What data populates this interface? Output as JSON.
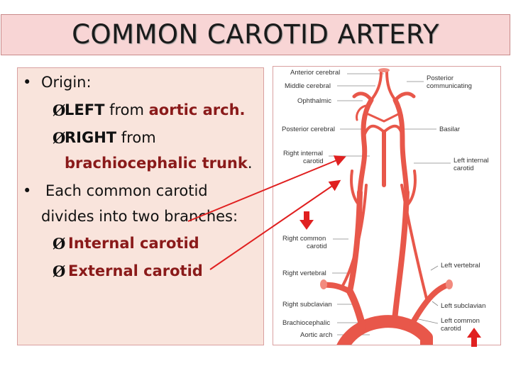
{
  "title": "COMMON CAROTID ARTERY",
  "bullets": {
    "b1": "Origin:",
    "b1_sub1_a": "LEFT",
    "b1_sub1_b": " from ",
    "b1_sub1_c": "aortic arch.",
    "b1_sub2_a": "RIGHT",
    "b1_sub2_b": " from",
    "b1_sub2_c": "brachiocephalic trunk",
    "b1_sub2_d": ".",
    "b2_line1": "Each common carotid",
    "b2_line2": "divides into two branches:",
    "b2_sub1": "Internal carotid",
    "b2_sub2": "External carotid",
    "bullet_char": "•",
    "arrow_char": "Ø"
  },
  "diagram": {
    "anterior_cerebral": "Anterior cerebral",
    "middle_cerebral": "Middle cerebral",
    "ophthalmic": "Ophthalmic",
    "posterior_cerebral": "Posterior cerebral",
    "right_internal_carotid_1": "Right internal",
    "right_internal_carotid_2": "carotid",
    "right_common_carotid_1": "Right common",
    "right_common_carotid_2": "carotid",
    "right_vertebral": "Right vertebral",
    "right_subclavian": "Right subclavian",
    "brachiocephalic": "Brachiocephalic",
    "aortic_arch": "Aortic arch",
    "posterior_communicating_1": "Posterior",
    "posterior_communicating_2": "communicating",
    "basilar": "Basilar",
    "left_internal_carotid_1": "Left internal",
    "left_internal_carotid_2": "carotid",
    "left_vertebral": "Left vertebral",
    "left_subclavian": "Left subclavian",
    "left_common_carotid_1": "Left common",
    "left_common_carotid_2": "carotid"
  },
  "colors": {
    "artery": "#e8574a",
    "artery_light": "#f28a7e",
    "arrow": "#e02020"
  }
}
